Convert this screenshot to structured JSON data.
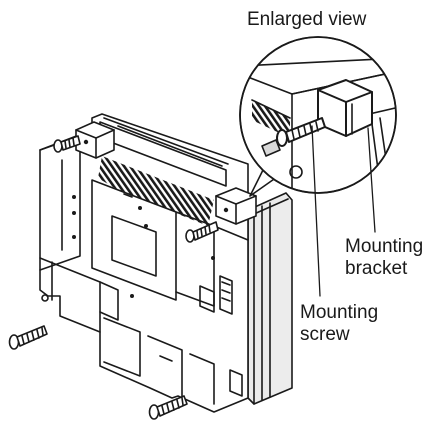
{
  "labels": {
    "enlarged_view": "Enlarged view",
    "mounting_bracket_line1": "Mounting",
    "mounting_bracket_line2": "bracket",
    "mounting_screw_line1": "Mounting",
    "mounting_screw_line2": "screw"
  },
  "icons": {
    "device": "panel-unit-rear-view",
    "bracket": "mounting-bracket",
    "screw": "mounting-screw",
    "magnifier": "enlarged-view-circle"
  },
  "colors": {
    "stroke": "#1a1a1a",
    "fill": "#ffffff",
    "shade": "#d9d9d9",
    "panel": "#ececec"
  }
}
